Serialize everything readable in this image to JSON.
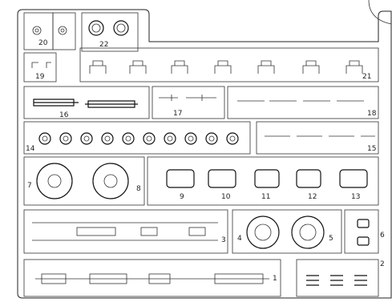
{
  "sprue": {
    "part_numbers": [
      "1",
      "2",
      "3",
      "4",
      "5",
      "6",
      "7",
      "8",
      "9",
      "10",
      "11",
      "12",
      "13",
      "14",
      "15",
      "16",
      "17",
      "18",
      "19",
      "20",
      "21",
      "22"
    ]
  }
}
